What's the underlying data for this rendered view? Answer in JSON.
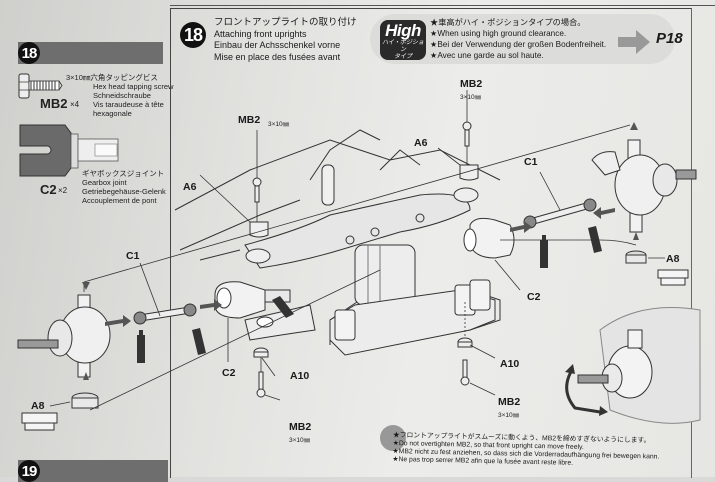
{
  "parts_list": {
    "step_number": "18",
    "items": [
      {
        "code": "MB2",
        "quantity": "×4",
        "name_jp": "3×10㎜六角タッピングビス",
        "name_en": "Hex head tapping screw",
        "name_de": "Schneidschraube",
        "name_fr": "Vis taraudeuse à tête hexagonale",
        "icon": "hex-screw-icon"
      },
      {
        "code": "C2",
        "quantity": "×2",
        "name_jp": "ギヤボックスジョイント",
        "name_en": "Gearbox joint",
        "name_de": "Getriebegehäuse-Gelenk",
        "name_fr": "Accouplement de pont",
        "icon": "gearbox-joint-icon"
      }
    ],
    "next_step_number": "19"
  },
  "step": {
    "number": "18",
    "title_jp": "フロントアップライトの取り付け",
    "title_en": "Attaching front uprights",
    "title_de": "Einbau der Achsschenkel vorne",
    "title_fr": "Mise en place des fusées avant"
  },
  "high_option": {
    "badge_main": "High",
    "badge_sub1": "ハイ・ポジション",
    "badge_sub2": "タイプ",
    "notes": [
      "★車高がハイ・ポジションタイプの場合。",
      "★When using high ground clearance.",
      "★Bei der Verwendung der großen Bodenfreiheit.",
      "★Avec une garde au sol haute."
    ],
    "page_ref": "P18"
  },
  "callouts": {
    "mb2": "MB2",
    "mb2_size": "3×10㎜",
    "a6": "A6",
    "c1": "C1",
    "c2": "C2",
    "a8": "A8",
    "a10": "A10"
  },
  "bottom_note": [
    "★フロントアップライトがスムーズに動くよう、MB2を締めすぎないようにします。",
    "★Do not overtighten MB2, so that front upright can move freely.",
    "★MB2 nicht zu fest anziehen, so dass sich die Vorderradaufhängung frei bewegen kann.",
    "★Ne pas trop serrer MB2 afin que la fusée avant reste libre."
  ],
  "colors": {
    "step_bar": "#6e6e6e",
    "badge": "#111111",
    "banner": "#dcdcda",
    "grease_tube": "#333333"
  }
}
